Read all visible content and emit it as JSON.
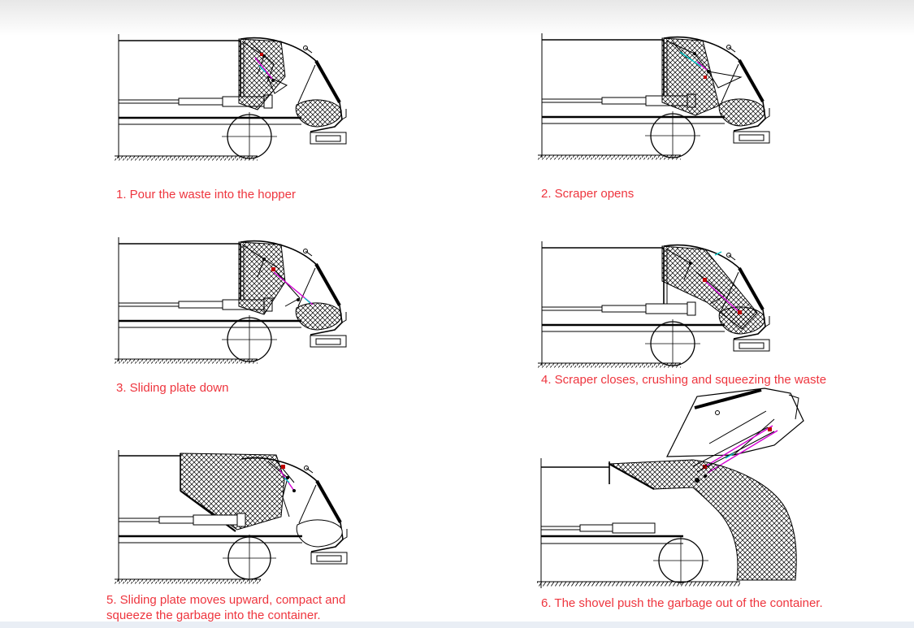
{
  "page": {
    "title": "Rear loader garbage compactor truck working process",
    "caption_color": "#ee353e",
    "line_color": "#000000",
    "hydraulic_accent_magenta": "#d400d4",
    "hydraulic_accent_cyan": "#00c8c8",
    "bottom_strip_color": "#e9eef5"
  },
  "figure": {
    "steps": [
      {
        "id": 1,
        "caption": "1. Pour the waste into the hopper",
        "illustration": "truck-side-view-waste-in-hopper"
      },
      {
        "id": 2,
        "caption": "2. Scraper opens",
        "illustration": "truck-side-view-scraper-open"
      },
      {
        "id": 3,
        "caption": "3. Sliding plate down",
        "illustration": "truck-side-view-sliding-plate-down"
      },
      {
        "id": 4,
        "caption": "4. Scraper closes, crushing and squeezing the waste",
        "illustration": "truck-side-view-scraper-closing"
      },
      {
        "id": 5,
        "caption": "5. Sliding plate moves upward, compact and squeeze the garbage into the container.",
        "illustration": "truck-side-view-compacting-into-container"
      },
      {
        "id": 6,
        "caption": "6. The shovel push the garbage out of the container.",
        "illustration": "truck-side-view-tailgate-open-ejecting"
      }
    ]
  }
}
